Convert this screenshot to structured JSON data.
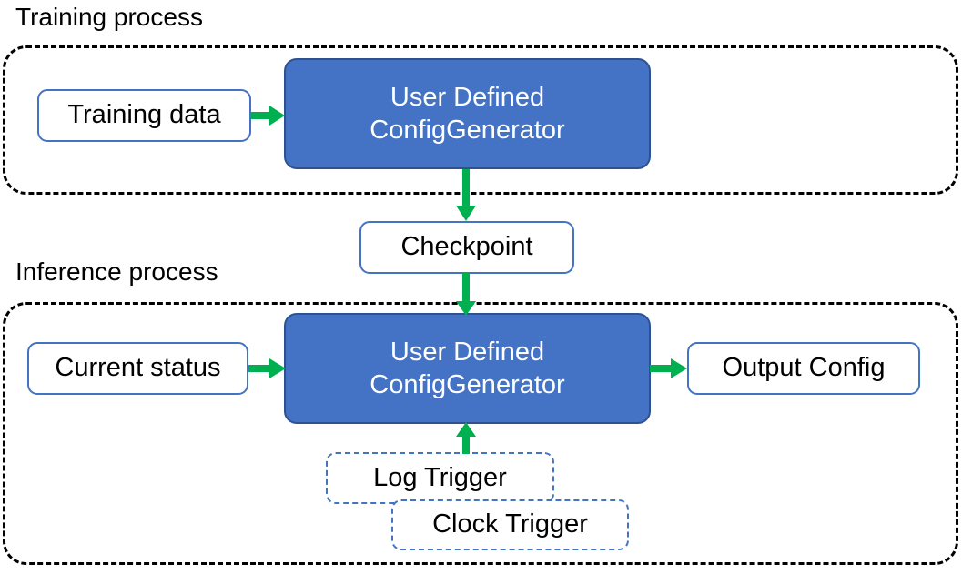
{
  "diagram": {
    "title_training": "Training process",
    "title_inference": "Inference process",
    "colors": {
      "process_blue_fill": "#4472C4",
      "process_blue_stroke": "#2F528F",
      "box_outline_blue": "#4472C4",
      "arrow_green": "#00B050",
      "container_dash_black": "#000000",
      "text_dark": "#000000",
      "text_light": "#FFFFFF",
      "background": "#FFFFFF"
    },
    "training": {
      "input_box": "Training data",
      "processor_line1": "User Defined",
      "processor_line2": "ConfigGenerator"
    },
    "checkpoint": {
      "label": "Checkpoint"
    },
    "inference": {
      "input_box": "Current status",
      "processor_line1": "User Defined",
      "processor_line2": "ConfigGenerator",
      "output_box": "Output Config",
      "triggers": [
        {
          "label": "Log Trigger"
        },
        {
          "label": "Clock Trigger"
        }
      ]
    },
    "arrows": [
      {
        "name": "training-data-to-generator",
        "direction": "right"
      },
      {
        "name": "training-generator-to-checkpoint",
        "direction": "down"
      },
      {
        "name": "checkpoint-to-inference-generator",
        "direction": "down"
      },
      {
        "name": "current-status-to-generator",
        "direction": "right"
      },
      {
        "name": "generator-to-output-config",
        "direction": "right"
      },
      {
        "name": "triggers-to-generator",
        "direction": "up"
      }
    ]
  }
}
